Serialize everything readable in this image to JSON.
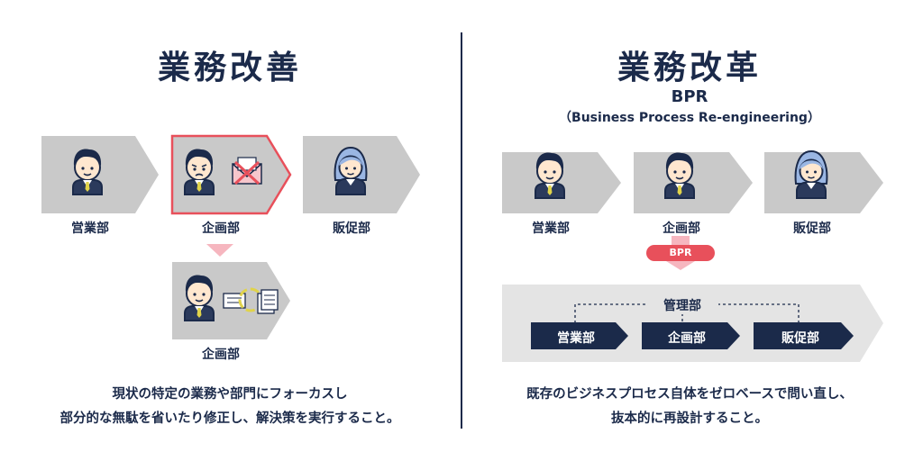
{
  "left": {
    "title": "業務改善",
    "labels": [
      "営業部",
      "企画部",
      "販促部",
      "企画部"
    ],
    "description": [
      "現状の特定の業務や部門にフォーカスし",
      "部分的な無駄を省いたり修正し、解決策を実行すること。"
    ]
  },
  "right": {
    "title": "業務改革",
    "subtitle": "BPR",
    "subtitle2": "（Business Process Re-engineering）",
    "labels": [
      "営業部",
      "企画部",
      "販促部"
    ],
    "pill": "BPR",
    "management": "管理部",
    "departments": [
      "営業部",
      "企画部",
      "販促部"
    ],
    "description": [
      "既存のビジネスプロセス自体をゼロベースで問い直し、",
      "抜本的に再設計すること。"
    ]
  },
  "colors": {
    "navy": "#1b2a4a",
    "gray_box": "#c9c9c9",
    "light_gray": "#e4e4e4",
    "accent_red": "#e8505b",
    "pink": "#f6b6bf"
  }
}
